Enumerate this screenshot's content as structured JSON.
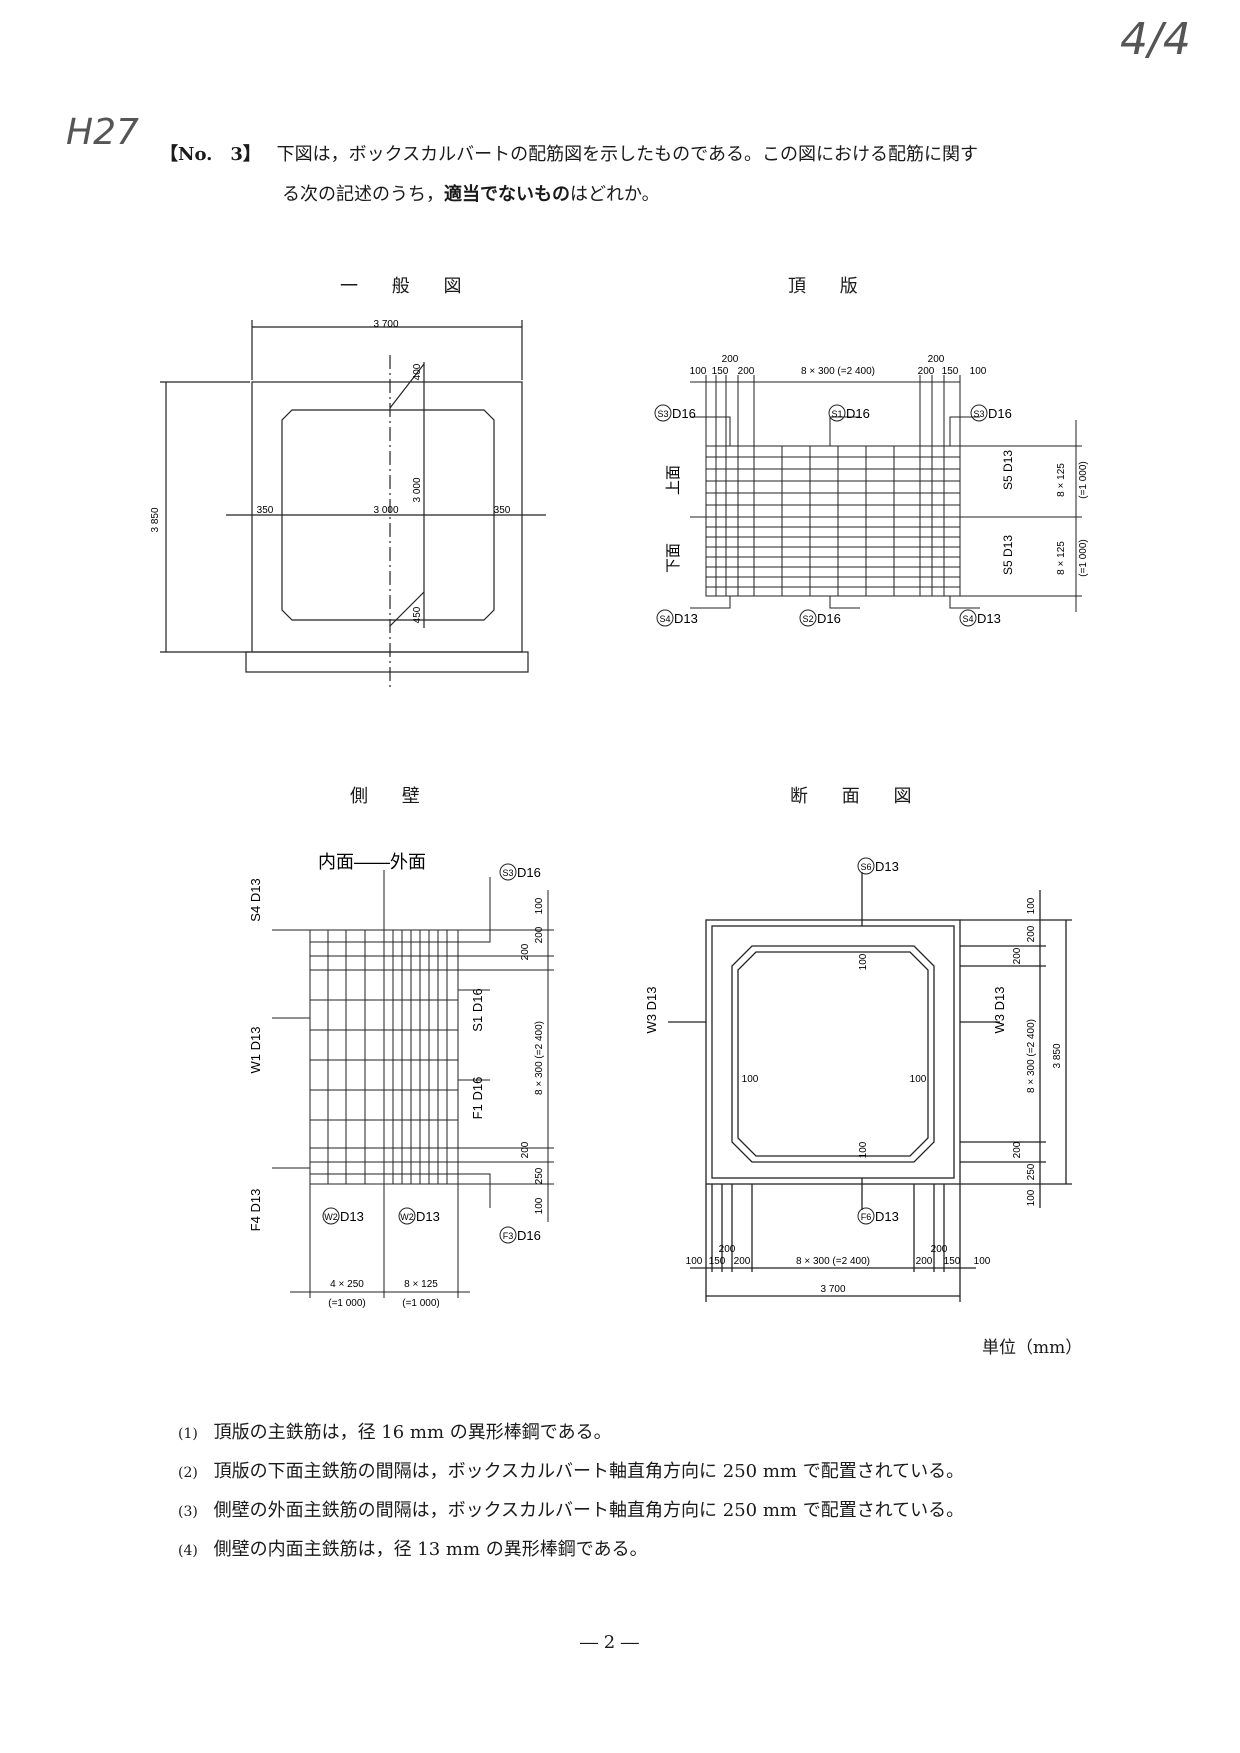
{
  "handwritten": {
    "page_mark": "4/4",
    "year": "H27"
  },
  "question": {
    "number": "【No.　3】",
    "line1": "下図は，ボックスカルバートの配筋図を示したものである。この図における配筋に関す",
    "line2_pre": "る次の記述のうち，",
    "line2_bold": "適当でないもの",
    "line2_post": "はどれか。"
  },
  "figures": {
    "general": {
      "title": "一 般 図",
      "dims": {
        "width": "3 700",
        "height": "3 850",
        "inner_w": "3 000",
        "inner_h": "3 000",
        "wall_l": "350",
        "wall_r": "350",
        "top": "400",
        "bottom": "450"
      }
    },
    "top_slab": {
      "title": "頂 版",
      "dims": {
        "d100a": "100",
        "d150a": "150",
        "d200a": "200",
        "d200b": "200",
        "span": "8 × 300 (=2 400)",
        "d200c": "200",
        "d200d": "200",
        "d150b": "150",
        "d100b": "100",
        "v1": "8 × 125",
        "v1b": "(=1 000)",
        "v2": "8 × 125",
        "v2b": "(=1 000)"
      },
      "labels": {
        "s3l": "S3",
        "s3l_d": "D16",
        "s1": "S1",
        "s1_d": "D16",
        "s3r": "S3",
        "s3r_d": "D16",
        "s5a": "S5",
        "s5a_d": "D13",
        "s5b": "S5",
        "s5b_d": "D13",
        "s4l": "S4",
        "s4l_d": "D13",
        "s2": "S2",
        "s2_d": "D16",
        "s4r": "S4",
        "s4r_d": "D13",
        "upper": "上面",
        "lower": "下面"
      }
    },
    "side_wall": {
      "title": "側 壁",
      "inner_outer": "内面——外面",
      "dims": {
        "h100a": "100",
        "h200a": "200",
        "h200b": "200",
        "span": "8 × 300 (=2 400)",
        "h200c": "200",
        "h250": "250",
        "h100b": "100",
        "b1": "4 × 250",
        "b1b": "(=1 000)",
        "b2": "8 × 125",
        "b2b": "(=1 000)"
      },
      "labels": {
        "s4": "S4",
        "s4_d": "D13",
        "s3": "S3",
        "s3_d": "D16",
        "w1": "W1",
        "w1_d": "D13",
        "s1": "S1",
        "s1_d": "D16",
        "f1": "F1",
        "f1_d": "D16",
        "f4": "F4",
        "f4_d": "D13",
        "w2a": "W2",
        "w2a_d": "D13",
        "w2b": "W2",
        "w2b_d": "D13",
        "f3": "F3",
        "f3_d": "D16"
      }
    },
    "section": {
      "title": "断 面 図",
      "dims": {
        "r100a": "100",
        "r200a": "200",
        "r200b": "200",
        "span_v": "8 × 300 (=2 400)",
        "total_v": "3 850",
        "r200c": "200",
        "r250": "250",
        "r100b": "100",
        "b100a": "100",
        "b150a": "150",
        "b200a": "200",
        "b200b": "200",
        "span_h": "8 × 300 (=2 400)",
        "b200c": "200",
        "b200d": "200",
        "b150b": "150",
        "b100b": "100",
        "total_h": "3 700",
        "c100_top": "100",
        "c100_left": "100",
        "c100_right": "100",
        "c100_bottom": "100"
      },
      "labels": {
        "s6": "S6",
        "s6_d": "D13",
        "w3l": "W3",
        "w3l_d": "D13",
        "w3r": "W3",
        "w3r_d": "D13",
        "f6": "F6",
        "f6_d": "D13"
      }
    },
    "unit": "単位（mm）"
  },
  "options": [
    {
      "num": "(1)",
      "text": "頂版の主鉄筋は，径 16 mm の異形棒鋼である。"
    },
    {
      "num": "(2)",
      "text": "頂版の下面主鉄筋の間隔は，ボックスカルバート軸直角方向に 250 mm で配置されている。"
    },
    {
      "num": "(3)",
      "text": "側壁の外面主鉄筋の間隔は，ボックスカルバート軸直角方向に 250 mm で配置されている。"
    },
    {
      "num": "(4)",
      "text": "側壁の内面主鉄筋は，径 13 mm の異形棒鋼である。"
    }
  ],
  "page_number": "― 2 ―"
}
